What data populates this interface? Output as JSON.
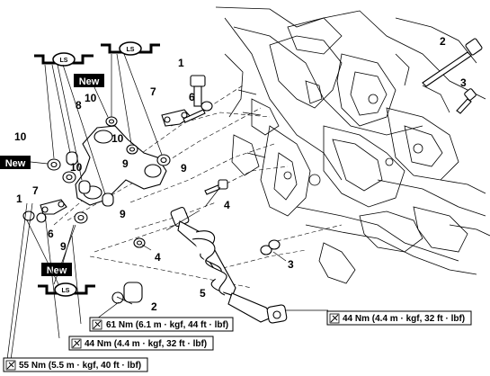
{
  "badges": {
    "new": "New",
    "ls": "LS"
  },
  "callouts": {
    "c1_right": "1",
    "c2_right": "2",
    "c3_right": "3",
    "c7_top": "7",
    "c6_top": "6",
    "c8": "8",
    "c10_top": "10",
    "c10_mid": "10",
    "c10_left": "10",
    "c10_lower": "10",
    "c9_upper": "9",
    "c9_right": "9",
    "c9_lower": "9",
    "c9_bottom": "9",
    "c1_left": "1",
    "c7_left": "7",
    "c6_left": "6",
    "c4_right": "4",
    "c4_lower": "4",
    "c3_lower": "3",
    "c5": "5",
    "c2_lower": "2"
  },
  "torque_specs": {
    "spec_61": "61 Nm (6.1 m · kgf, 44 ft · lbf)",
    "spec_44_left": "44 Nm (4.4 m · kgf, 32 ft · lbf)",
    "spec_44_right": "44 Nm (4.4 m · kgf, 32 ft · lbf)",
    "spec_55": "55 Nm (5.5 m · kgf, 40 ft · lbf)"
  }
}
